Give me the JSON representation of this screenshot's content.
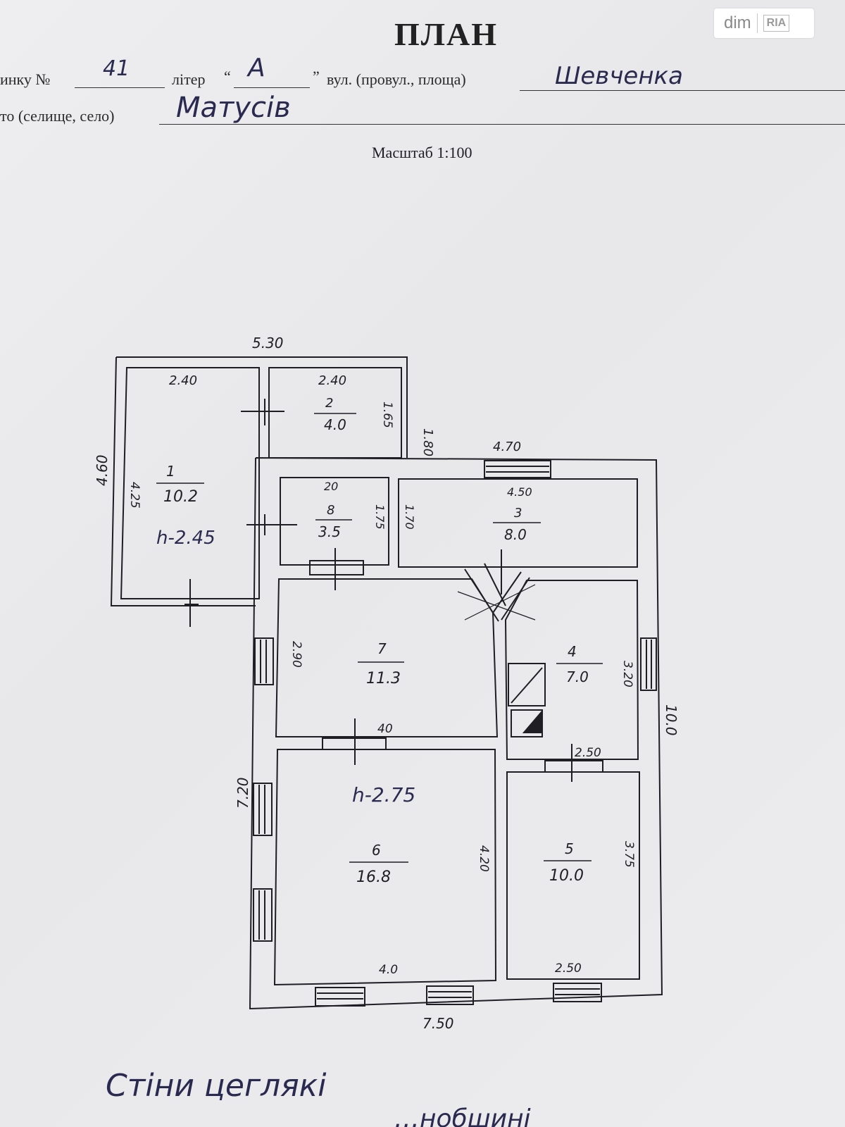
{
  "header": {
    "title": "ПЛАН",
    "label_house": "инку №",
    "house_number": "41",
    "label_liter": "літер",
    "liter_value": "A",
    "label_street": "вул. (провул., площа)",
    "street_value": "Шевченка",
    "label_town": "то (селище, село)",
    "town_value": "Матусів",
    "scale": "Масштаб 1:100"
  },
  "watermark": {
    "text_dim": "dim",
    "text_ria": "RIA"
  },
  "plan": {
    "overall": {
      "top_width": "5.30",
      "left_height": "4.60",
      "inner_left_height": "4.25",
      "right_height": "10.0",
      "left_main_height": "7.20",
      "bottom_width": "7.50"
    },
    "rooms": [
      {
        "number": "1",
        "area": "10.2",
        "top_dim": "2.40",
        "height_note": "h-2.45"
      },
      {
        "number": "2",
        "area": "4.0",
        "top_dim": "2.40",
        "side_dim": "1.65",
        "outer_dim": "1.80"
      },
      {
        "number": "8",
        "area": "3.5",
        "top_dim": "20",
        "side_dim": "1.75"
      },
      {
        "number": "3",
        "area": "8.0",
        "top_dim": "4.50",
        "side_dim": "1.70",
        "outer_dim": "4.70"
      },
      {
        "number": "7",
        "area": "11.3",
        "side_dim": "2.90",
        "bottom_dim": "40"
      },
      {
        "number": "4",
        "area": "7.0",
        "side_dim": "3.20",
        "bottom_dim": "2.50"
      },
      {
        "number": "6",
        "area": "16.8",
        "side_dim": "4.20",
        "bottom_dim": "4.0",
        "height_note": "h-2.75"
      },
      {
        "number": "5",
        "area": "10.0",
        "side_dim": "3.75",
        "bottom_dim": "2.50"
      }
    ]
  },
  "notes": {
    "line1": "Стіни цеглякі",
    "line2": "…нобшині"
  },
  "colors": {
    "ink": "#1e1e24",
    "paper": "#ececee",
    "pen": "#2a2a50"
  }
}
